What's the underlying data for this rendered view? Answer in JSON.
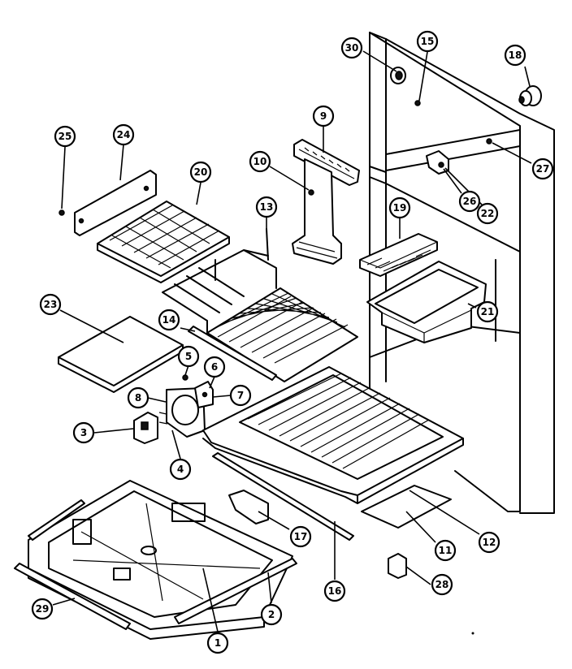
{
  "callouts": [
    {
      "label": "1"
    },
    {
      "label": "2"
    },
    {
      "label": "3"
    },
    {
      "label": "4"
    },
    {
      "label": "5"
    },
    {
      "label": "6"
    },
    {
      "label": "7"
    },
    {
      "label": "8"
    },
    {
      "label": "9"
    },
    {
      "label": "10"
    },
    {
      "label": "11"
    },
    {
      "label": "12"
    },
    {
      "label": "13"
    },
    {
      "label": "14"
    },
    {
      "label": "15"
    },
    {
      "label": "16"
    },
    {
      "label": "17"
    },
    {
      "label": "18"
    },
    {
      "label": "19"
    },
    {
      "label": "20"
    },
    {
      "label": "21"
    },
    {
      "label": "22"
    },
    {
      "label": "23"
    },
    {
      "label": "24"
    },
    {
      "label": "25"
    },
    {
      "label": "26"
    },
    {
      "label": "27"
    },
    {
      "label": "28"
    },
    {
      "label": "29"
    },
    {
      "label": "30"
    }
  ]
}
